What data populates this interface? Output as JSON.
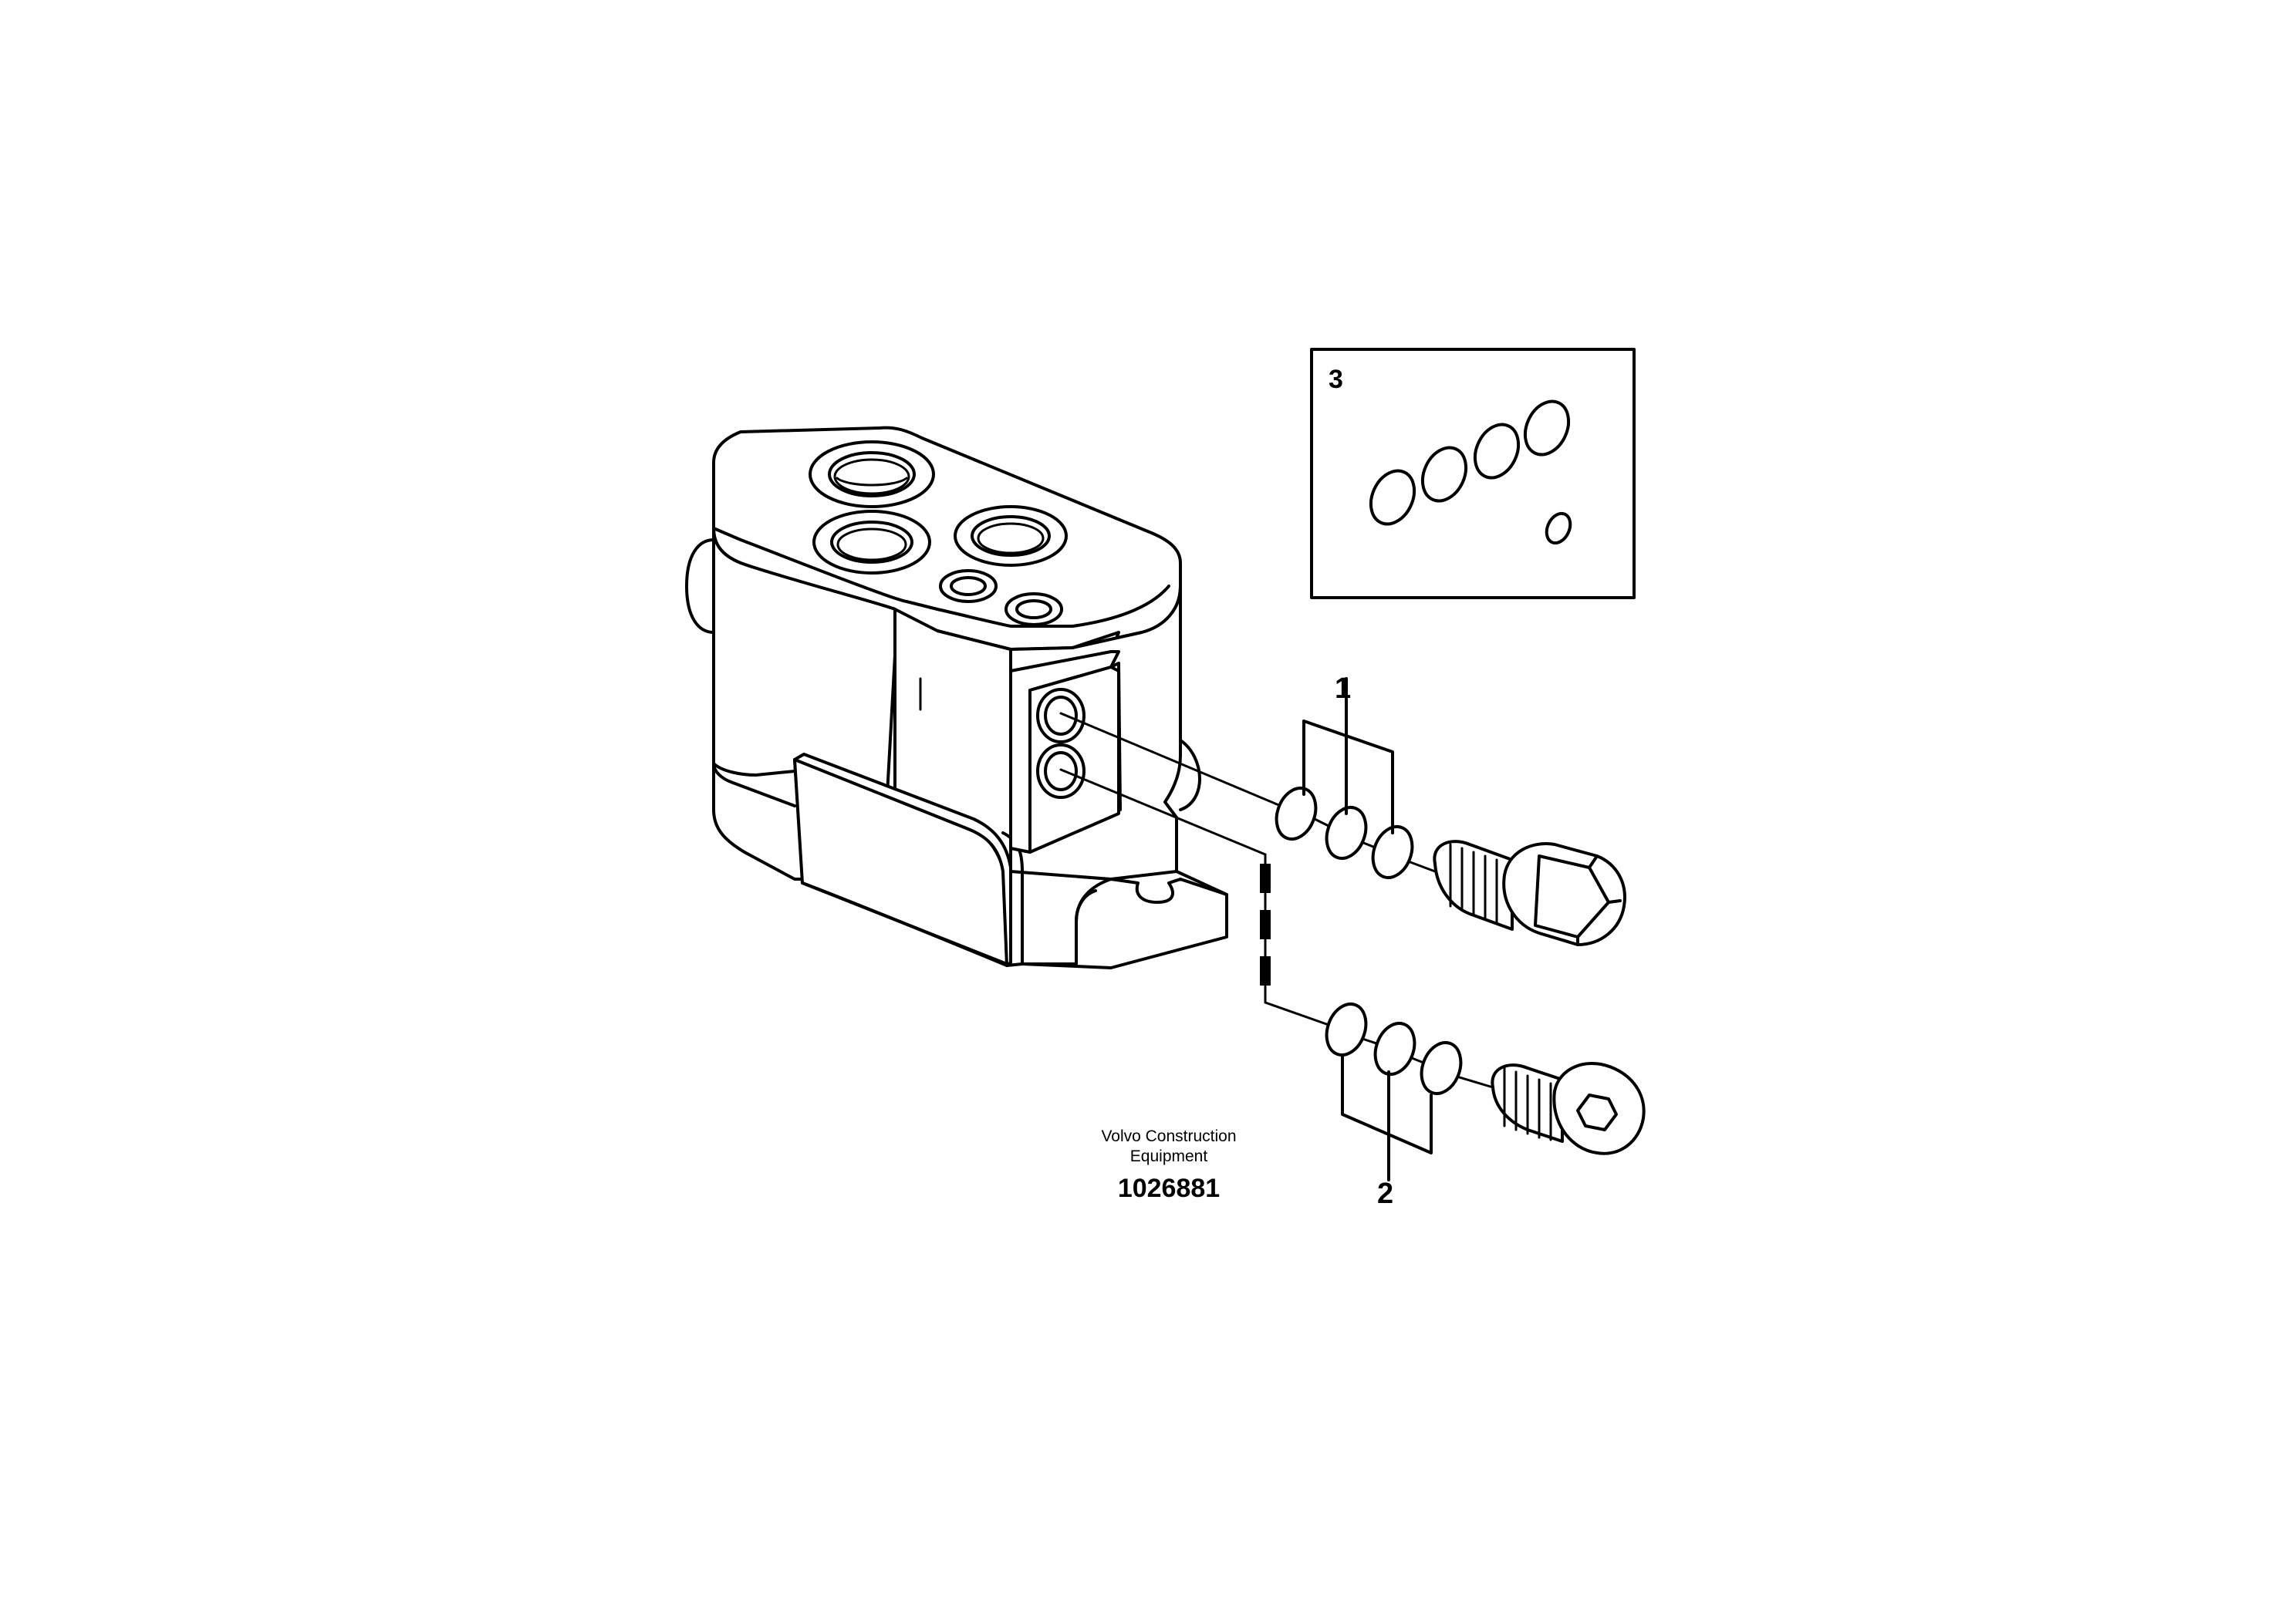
{
  "callouts": {
    "item1": "1",
    "item2": "2",
    "item3": "3"
  },
  "caption": {
    "line1": "Volvo Construction",
    "line2": "Equipment",
    "number": "1026881"
  }
}
